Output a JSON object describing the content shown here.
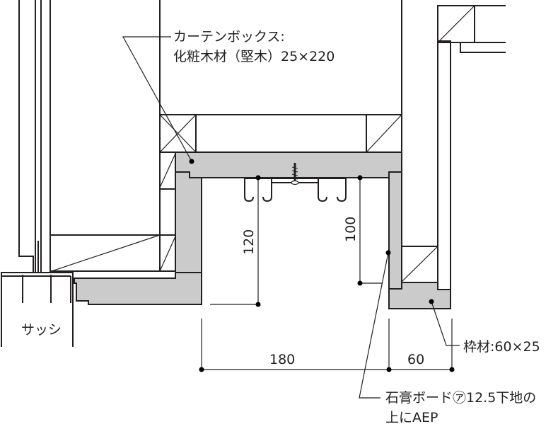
{
  "drawing": {
    "type": "architectural-section-detail",
    "subject": "curtain box at window head"
  },
  "labels": {
    "curtain_box_line1": "カーテンボックス:",
    "curtain_box_line2": "化粧木材（堅木）25×220",
    "sash": "サッシ",
    "frame": "枠材:60×25",
    "gypsum_line1": "石膏ボード㋐12.5下地の",
    "gypsum_line2": "上にAEP"
  },
  "dimensions": {
    "depth_left": "120",
    "depth_right": "100",
    "width_box": "180",
    "width_frame": "60"
  },
  "colors": {
    "line": "#231f20",
    "wood_fill": "#cbcbcb",
    "background": "#ffffff"
  }
}
